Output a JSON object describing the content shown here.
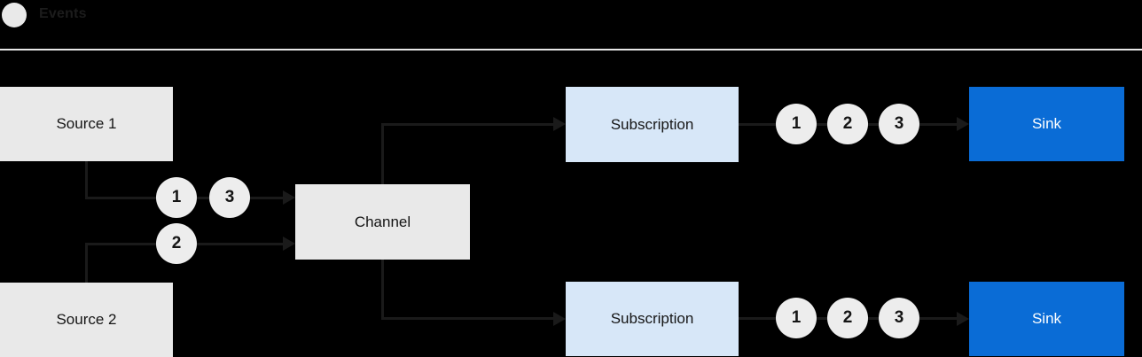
{
  "legend": {
    "label": "Events",
    "icon": "event-circle"
  },
  "nodes": {
    "source1": {
      "label": "Source 1"
    },
    "source2": {
      "label": "Source 2"
    },
    "channel": {
      "label": "Channel"
    },
    "subscription_top": {
      "label": "Subscription"
    },
    "subscription_bottom": {
      "label": "Subscription"
    },
    "sink_top": {
      "label": "Sink"
    },
    "sink_bottom": {
      "label": "Sink"
    }
  },
  "events": {
    "source1_to_channel": [
      "1",
      "3"
    ],
    "source2_to_channel": [
      "2"
    ],
    "subscription_top_to_sink": [
      "1",
      "2",
      "3"
    ],
    "subscription_bottom_to_sink": [
      "1",
      "2",
      "3"
    ]
  },
  "colors": {
    "background": "#000000",
    "node_gray": "#e9e9e9",
    "subscription_light_blue": "#d7e7f8",
    "sink_blue": "#0a6cd6",
    "line_dark": "#1a1a1a",
    "event_circle_gray": "#ededed",
    "separator_gray": "#e7e7e7",
    "sink_text": "#ffffff",
    "dark_text": "#151515"
  }
}
